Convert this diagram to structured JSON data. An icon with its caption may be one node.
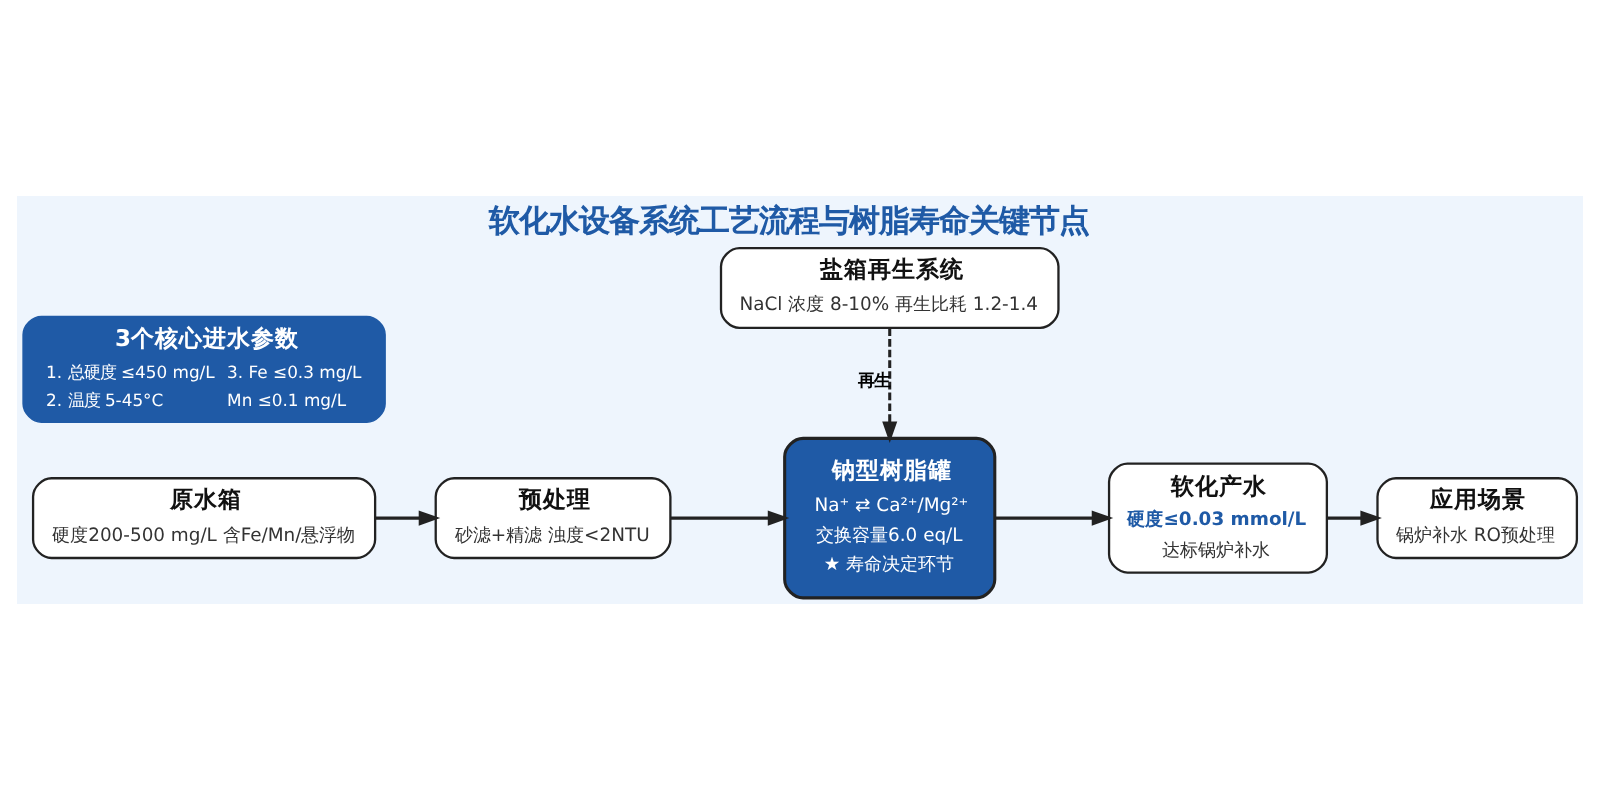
{
  "diagram": {
    "title": "软化水设备系统工艺流程与树脂寿命关键节点",
    "nodes": [
      {
        "text": [
          "原水箱",
          "硬度200-500 mg/L 含Fe/Mn/悬浮物"
        ]
      },
      {
        "text": [
          "预处理",
          "砂滤+精滤 浊度<2NTU"
        ]
      },
      {
        "text": [
          "钠型树脂罐",
          "Na⁺ ⇄ Ca²⁺/Mg²⁺",
          "交换容量6.0 eq/L",
          "★ 寿命决定环节"
        ]
      },
      {
        "text": [
          "软化产水",
          "硬度≤0.03 mmol/L",
          "达标锅炉补水"
        ]
      },
      {
        "text": [
          "应用场景",
          "锅炉补水 RO预处理"
        ]
      },
      {
        "text": [
          "盐箱再生系统",
          "NaCl 浓度 8-10% 再生比耗 1.2-1.4"
        ]
      },
      {
        "text": [
          "3个核心进水参数",
          "1. 总硬度 ≤450 mg/L",
          "3. Fe ≤0.3 mg/L",
          "2. 温度 5-45°C",
          "Mn ≤0.1 mg/L"
        ]
      }
    ],
    "edges": [
      {
        "from": 0,
        "to": 1,
        "arrow": "to"
      },
      {
        "from": 1,
        "to": 2,
        "arrow": "to"
      },
      {
        "from": 2,
        "to": 3,
        "arrow": "to"
      },
      {
        "from": 3,
        "to": 4,
        "arrow": "to"
      },
      {
        "from": 5,
        "to": 2,
        "arrow": "to",
        "label": "再生",
        "style": "dashed"
      }
    ]
  }
}
